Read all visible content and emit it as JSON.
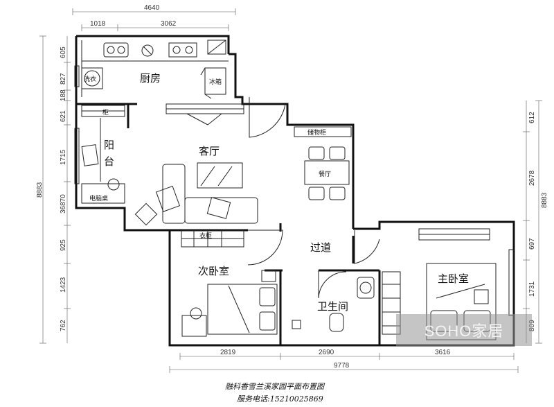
{
  "dimensions": {
    "top_total": "4640",
    "top_left": "1018",
    "top_right": "3062",
    "bottom_total": "9778",
    "bottom_1": "2819",
    "bottom_2": "2690",
    "bottom_3": "3616",
    "left_total": "8883",
    "left_segments": [
      "605",
      "827",
      "188",
      "621",
      "1715",
      "36870",
      "925",
      "1423",
      "762"
    ],
    "right_total": "8883",
    "right_segments": [
      "612",
      "2678",
      "697",
      "1731",
      "809"
    ]
  },
  "rooms": {
    "kitchen": "厨房",
    "living": "客厅",
    "balcony_1": "阳",
    "balcony_2": "台",
    "dining": "餐厅",
    "hall": "过道",
    "second_bedroom": "次卧室",
    "master_bedroom": "主卧室",
    "bathroom": "卫生间"
  },
  "furniture": {
    "washer": "洗衣",
    "fridge": "冰箱",
    "storage_cabinet": "储物柜",
    "wardrobe": "衣柜",
    "cabinet": "柜",
    "desk": "电脑桌"
  },
  "caption": {
    "title": "融科香雪兰溪家园平面布置图",
    "phone": "服务电话:15210025869"
  },
  "watermark": "SOHO家居"
}
